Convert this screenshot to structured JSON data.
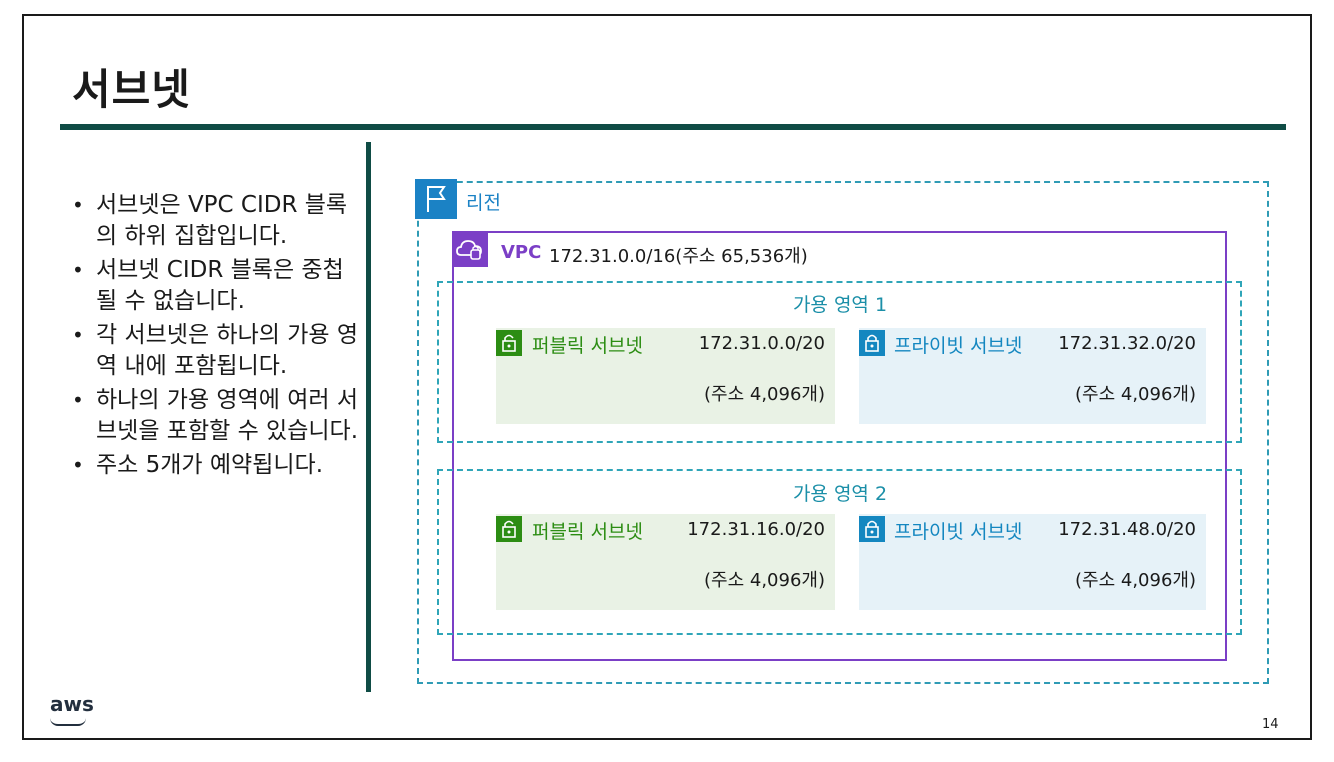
{
  "slide": {
    "title": "서브넷",
    "page_number": "14",
    "logo_text": "aws"
  },
  "bullets": [
    "서브넷은 VPC CIDR 블록의 하위 집합입니다.",
    "서브넷 CIDR 블록은 중첩될 수 없습니다.",
    "각 서브넷은 하나의 가용 영역 내에 포함됩니다.",
    "하나의 가용 영역에 여러 서브넷을 포함할 수 있습니다.",
    "주소 5개가 예약됩니다."
  ],
  "diagram": {
    "region_label": "리전",
    "vpc": {
      "label": "VPC",
      "cidr": "172.31.0.0/16(주소 65,536개)"
    },
    "availability_zones": [
      {
        "label": "가용 영역 1",
        "public_subnet": {
          "name": "퍼블릭 서브넷",
          "cidr": "172.31.0.0/20",
          "count": "(주소 4,096개)"
        },
        "private_subnet": {
          "name": "프라이빗 서브넷",
          "cidr": "172.31.32.0/20",
          "count": "(주소 4,096개)"
        }
      },
      {
        "label": "가용 영역 2",
        "public_subnet": {
          "name": "퍼블릭 서브넷",
          "cidr": "172.31.16.0/20",
          "count": "(주소 4,096개)"
        },
        "private_subnet": {
          "name": "프라이빗 서브넷",
          "cidr": "172.31.48.0/20",
          "count": "(주소 4,096개)"
        }
      }
    ]
  },
  "colors": {
    "title_rule": "#0f4c45",
    "region": "#1b82c5",
    "vpc": "#7b3fc6",
    "availability_zone": "#1b8fa8",
    "public_subnet": "#2c8d13",
    "private_subnet": "#1487c0"
  },
  "icons": [
    "region-flag-icon",
    "vpc-cloud-icon",
    "public-lock-icon",
    "private-lock-icon"
  ]
}
